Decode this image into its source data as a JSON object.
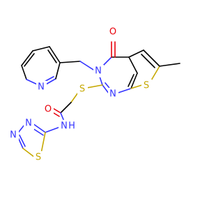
{
  "figure": "molecule-structure",
  "colors": {
    "bond": "#000000",
    "O": "#e8000b",
    "N": "#3333ff",
    "S": "#c6a800"
  },
  "atoms": {
    "O_carbonyl_ring": "O",
    "N_ring3": "N",
    "S_thiophene": "S",
    "N_pyrimidine": "N",
    "S_thioether": "S",
    "N_pyridine": "N",
    "O_amide": "O",
    "N_amide_label": "N",
    "H_amide_label": "H",
    "N_thiadiazole_1": "N",
    "N_thiadiazole_2": "N",
    "S_thiadiazole": "S"
  }
}
